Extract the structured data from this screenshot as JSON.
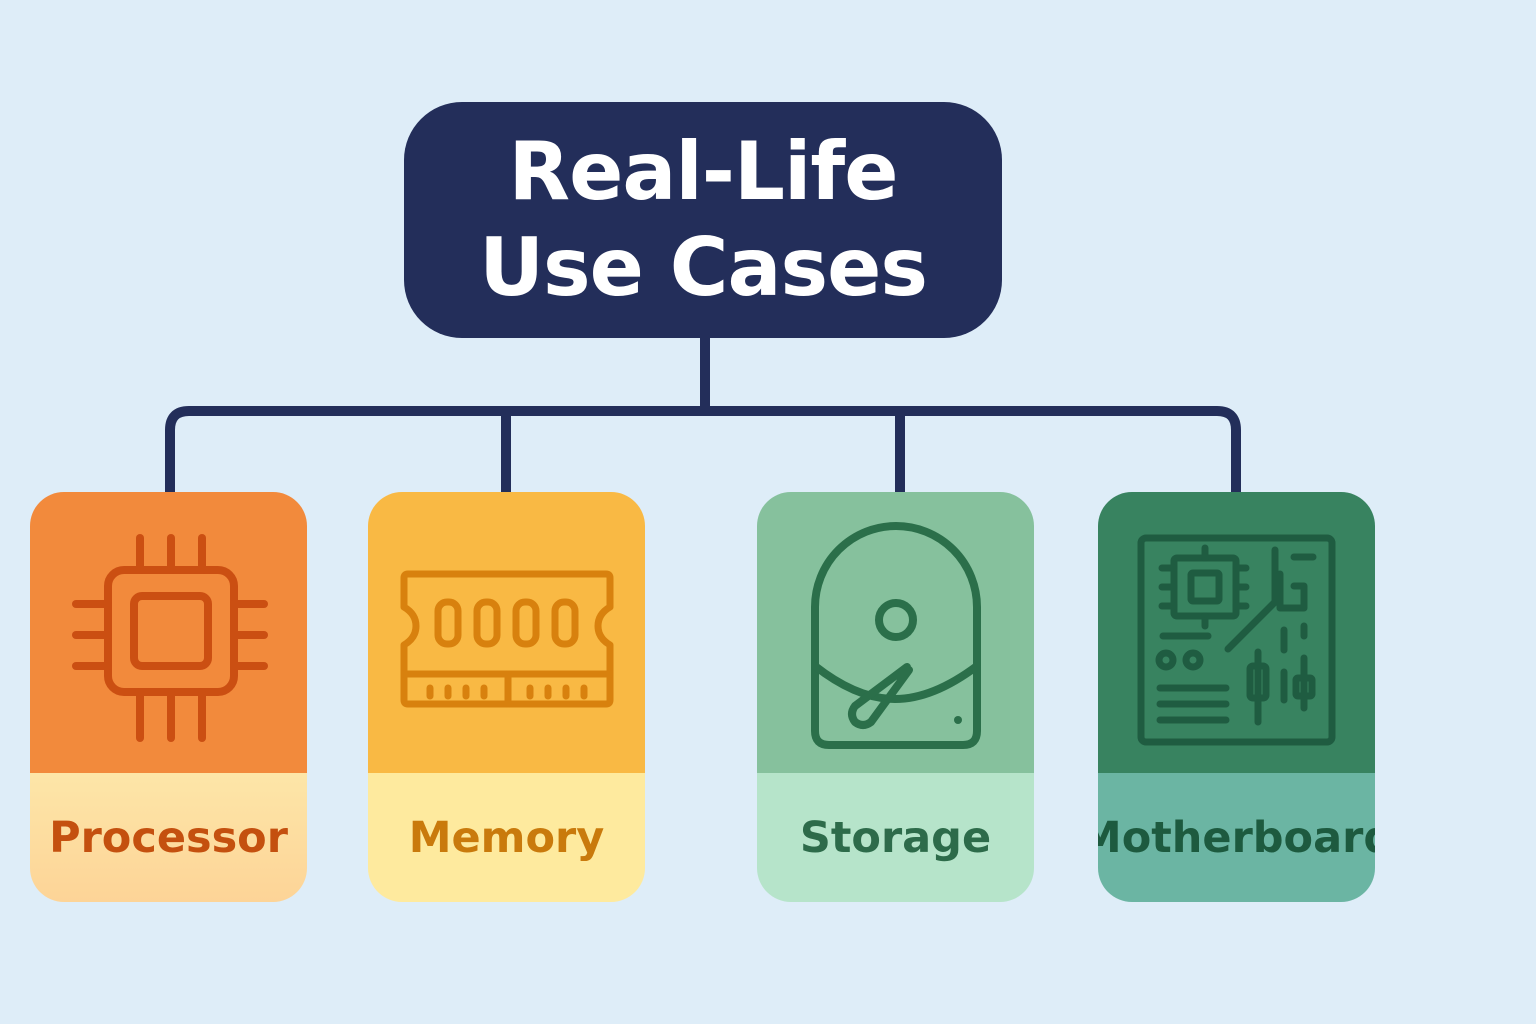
{
  "title": {
    "line1": "Real-Life",
    "line2": "Use Cases"
  },
  "cards": [
    {
      "label": "Processor",
      "icon": "cpu-chip-icon",
      "top_color": "#f28a3c",
      "bottom_color": "#fddb9c",
      "icon_color": "#cb4f12",
      "label_color": "#c4500f"
    },
    {
      "label": "Memory",
      "icon": "ram-module-icon",
      "top_color": "#f9b944",
      "bottom_color": "#feea9e",
      "icon_color": "#d8810e",
      "label_color": "#c97a0c"
    },
    {
      "label": "Storage",
      "icon": "hard-drive-icon",
      "top_color": "#86c19d",
      "bottom_color": "#b6e4ca",
      "icon_color": "#2b6f4a",
      "label_color": "#2d6b4a"
    },
    {
      "label": "Motherboard",
      "icon": "motherboard-icon",
      "top_color": "#388360",
      "bottom_color": "#6bb5a3",
      "icon_color": "#1f5c41",
      "label_color": "#1d5a3f"
    }
  ],
  "colors": {
    "background": "#deedf8",
    "title_box": "#232e5a",
    "connector": "#232e5a"
  }
}
